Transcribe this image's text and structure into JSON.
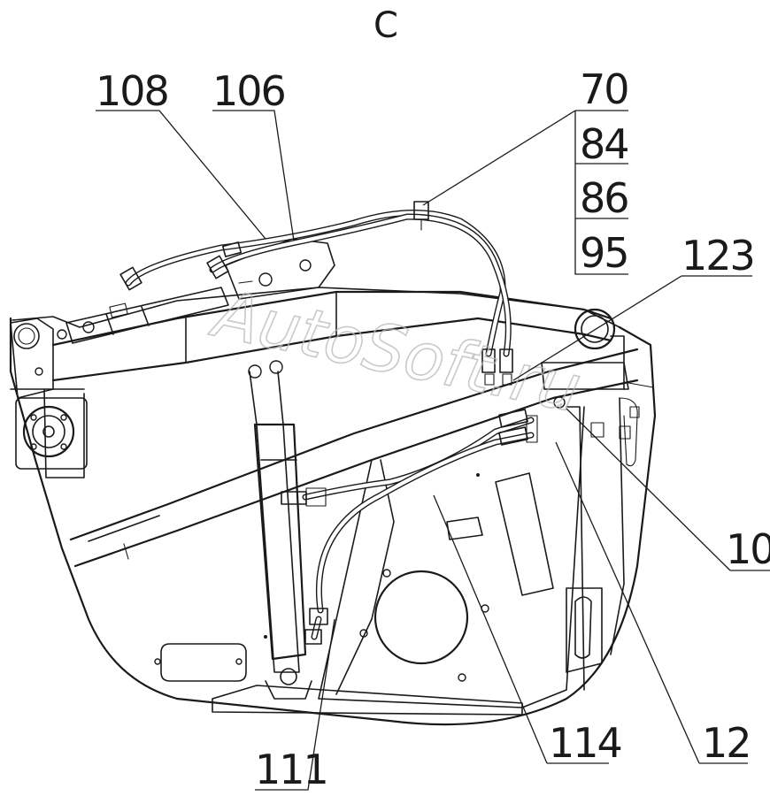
{
  "view_label": "C",
  "watermark": "AutoSoft.ru",
  "callouts": {
    "c108": "108",
    "c106": "106",
    "c70": "70",
    "c84": "84",
    "c86": "86",
    "c95": "95",
    "c123": "123",
    "c10": "10",
    "c111": "111",
    "c114": "114",
    "c12": "12"
  }
}
